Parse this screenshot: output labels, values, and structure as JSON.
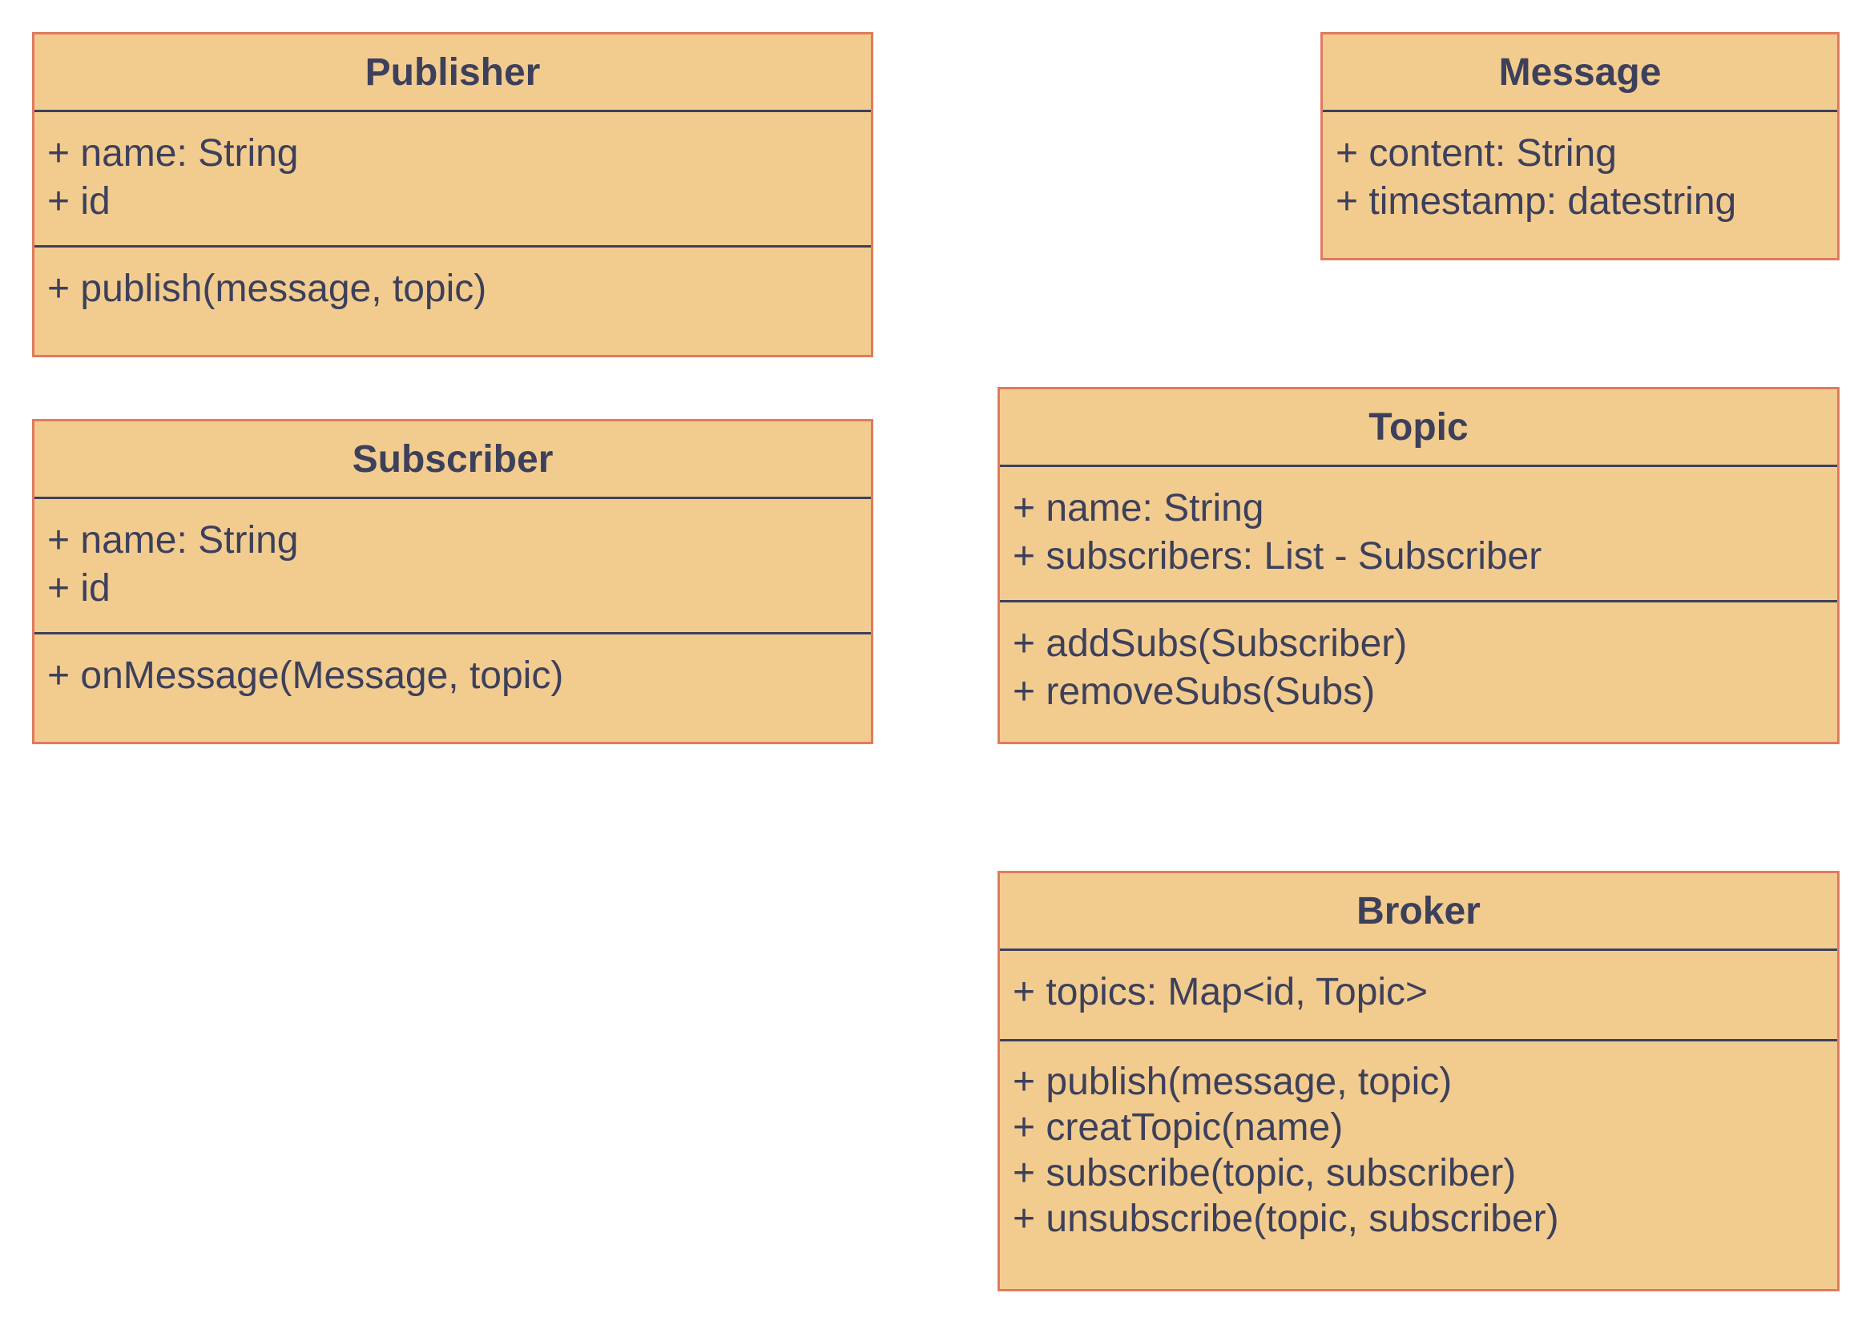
{
  "classes": {
    "publisher": {
      "name": "Publisher",
      "attributes": [
        "+ name: String",
        "+ id"
      ],
      "methods": [
        "+ publish(message, topic)"
      ]
    },
    "subscriber": {
      "name": "Subscriber",
      "attributes": [
        "+ name: String",
        "+ id"
      ],
      "methods": [
        "+ onMessage(Message, topic)"
      ]
    },
    "message": {
      "name": "Message",
      "attributes": [
        "+ content: String",
        "+ timestamp: datestring"
      ]
    },
    "topic": {
      "name": "Topic",
      "attributes": [
        "+ name: String",
        "+ subscribers: List - Subscriber"
      ],
      "methods": [
        "+ addSubs(Subscriber)",
        "+ removeSubs(Subs)"
      ]
    },
    "broker": {
      "name": "Broker",
      "attributes": [
        "+ topics: Map<id, Topic>"
      ],
      "methods": [
        "+ publish(message, topic)",
        "+ creatTopic(name)",
        "+ subscribe(topic, subscriber)",
        "+ unsubscribe(topic, subscriber)"
      ]
    }
  },
  "colors": {
    "fill": "#f2cc8f",
    "border": "#e07a5f",
    "text": "#3d405b",
    "divider": "#3d405b"
  }
}
